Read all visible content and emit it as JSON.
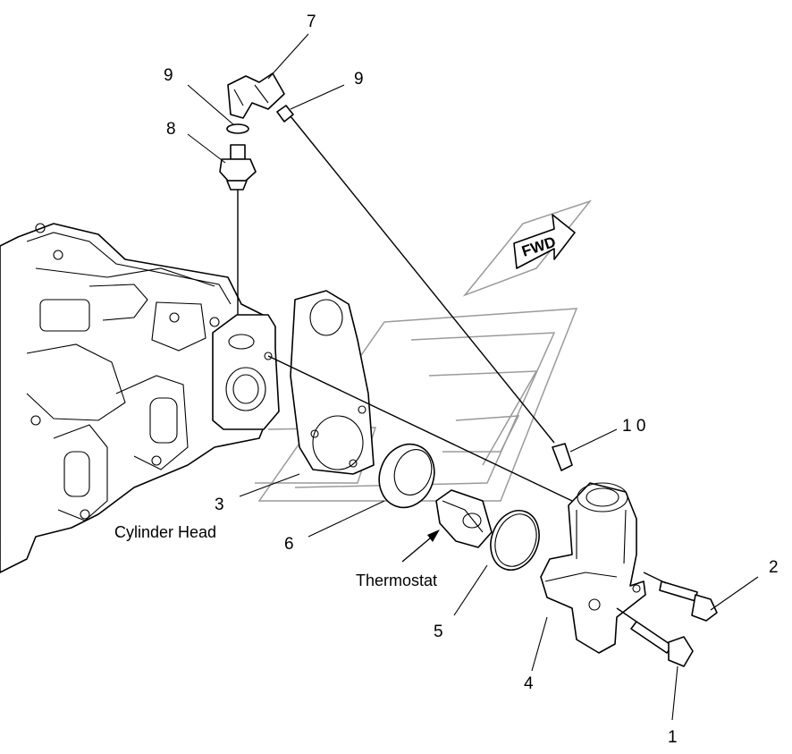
{
  "diagram": {
    "labels": {
      "cylinder_head": "Cylinder Head",
      "thermostat": "Thermostat",
      "fwd": "FWD"
    },
    "callouts": [
      {
        "id": "callout-1",
        "text": "1"
      },
      {
        "id": "callout-2",
        "text": "2"
      },
      {
        "id": "callout-3",
        "text": "3"
      },
      {
        "id": "callout-4",
        "text": "4"
      },
      {
        "id": "callout-5",
        "text": "5"
      },
      {
        "id": "callout-6",
        "text": "6"
      },
      {
        "id": "callout-7",
        "text": "7"
      },
      {
        "id": "callout-8",
        "text": "8"
      },
      {
        "id": "callout-9a",
        "text": "9"
      },
      {
        "id": "callout-9b",
        "text": "9"
      },
      {
        "id": "callout-10",
        "text": "1 0"
      }
    ]
  }
}
